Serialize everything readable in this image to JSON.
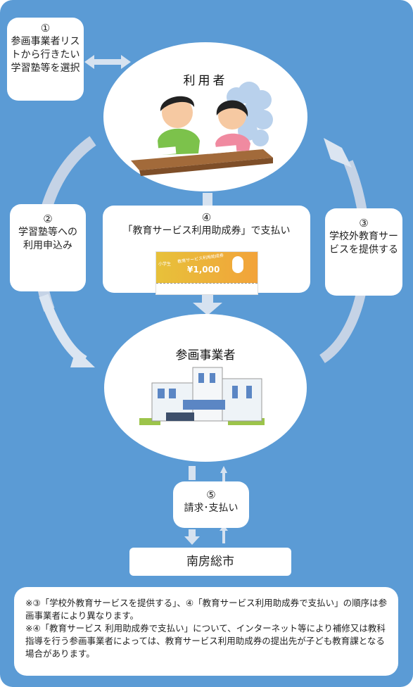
{
  "step1": {
    "num": "①",
    "text": "参画事業者リストから行きたい学習塾等を選択"
  },
  "step2": {
    "num": "②",
    "text": "学習塾等への利用申込み"
  },
  "step3": {
    "num": "③",
    "text": "学校外教育サービスを提供する"
  },
  "step4": {
    "num": "④",
    "text": "「教育サービス利用助成券」で支払い"
  },
  "step5": {
    "num": "⑤",
    "text": "請求･支払い"
  },
  "user_label": "利用者",
  "provider_label": "参画事業者",
  "city_label": "南房総市",
  "voucher": {
    "heading": "教育サービス利用助成券",
    "amount": "¥1,000",
    "grade": "小学生"
  },
  "notes": [
    "※③「学校外教育サービスを提供する」、④「教育サービス利用助成券で支払い」の順序は参画事業者により異なります。",
    "※④「教育サービス 利用助成券で支払い」について、インターネット等により補修又は教科指導を行う参画事業者によっては、教育サービス利用助成券の提出先が子ども教育課となる場合があります。"
  ],
  "colors": {
    "background": "#5b9bd5",
    "arrow": "#c9d7e8",
    "voucher": "#f2a33a"
  }
}
